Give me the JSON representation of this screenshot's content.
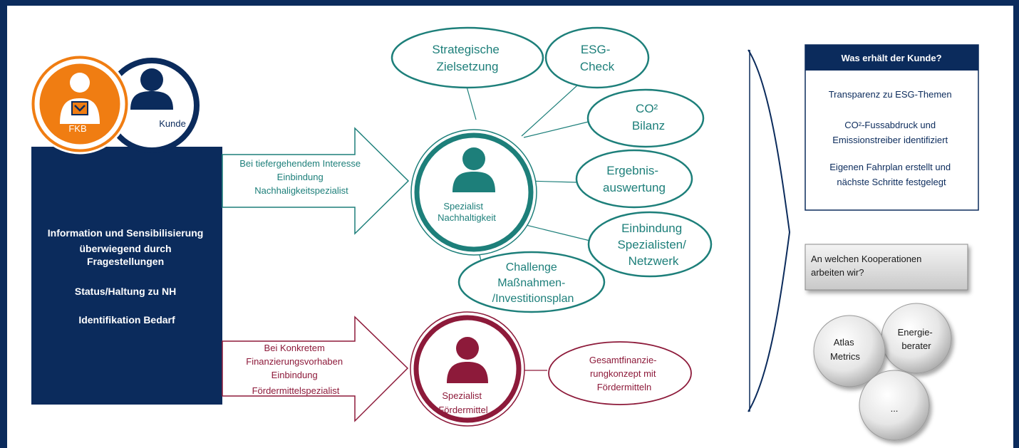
{
  "persons": {
    "fkb_label": "FKB",
    "kunde_label": "Kunde"
  },
  "left_box": {
    "lines": [
      "Information und Sensibilisierung",
      "überwiegend durch",
      "Fragestellungen",
      "Status/Haltung zu NH",
      "Identifikation Bedarf"
    ]
  },
  "arrow_top": {
    "lines": [
      "Bei tiefergehendem Interesse",
      "Einbindung",
      "Nachhaligkeitspezialist"
    ]
  },
  "arrow_bottom": {
    "lines": [
      "Bei Konkretem",
      "Finanzierungsvorhaben",
      "Einbindung",
      "Fördermittelspezialist"
    ]
  },
  "specialist_nh": {
    "lines": [
      "Spezialist",
      "Nachhaltigkeit"
    ]
  },
  "specialist_fm": {
    "lines": [
      "Spezialist",
      "Fördermittel"
    ]
  },
  "bubbles": {
    "strategische": [
      "Strategische",
      "Zielsetzung"
    ],
    "esg": [
      "ESG-",
      "Check"
    ],
    "co2": [
      "CO²",
      "Bilanz"
    ],
    "ergebnis": [
      "Ergebnis-",
      "auswertung"
    ],
    "einbindung": [
      "Einbindung",
      "Spezialisten/",
      "Netzwerk"
    ],
    "challenge": [
      "Challenge",
      "Maßnahmen-",
      "/Investitionsplan"
    ],
    "gesamtfinanz": [
      "Gesamtfinanzie-",
      "rungkonzept mit",
      "Fördermitteln"
    ]
  },
  "customer_box": {
    "title": "Was erhält der Kunde?",
    "items": [
      "Transparenz  zu ESG-Themen",
      "CO²-Fussabdruck und",
      "Emissionstreiber identifiziert",
      "Eigenen Fahrplan erstellt und",
      "nächste Schritte festgelegt"
    ]
  },
  "cooperation": {
    "question": [
      "An welchen Kooperationen",
      "arbeiten wir?"
    ],
    "spheres": {
      "atlas": [
        "Atlas",
        "Metrics"
      ],
      "energie": [
        "Energie-",
        "berater"
      ],
      "more": "..."
    }
  },
  "colors": {
    "navy": "#0b2b5c",
    "orange": "#f07d12",
    "teal": "#1d7f7a",
    "crimson": "#8d1a3a"
  }
}
